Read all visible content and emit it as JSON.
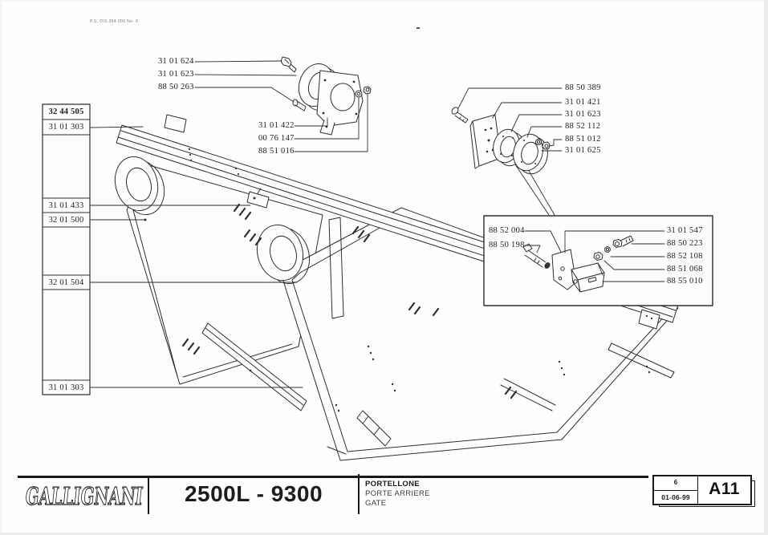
{
  "meta": {
    "print_code": "P.S. DIS.364.000 No. 0"
  },
  "parts_table": {
    "header": "32 44 505",
    "rows": [
      "31 01 303",
      "31 01 433",
      "32 01 500",
      "32 01 504",
      "31 01 303"
    ]
  },
  "callouts": {
    "hinge_top": [
      "31 01 624",
      "31 01 623",
      "88 50 263"
    ],
    "hinge_top_lower": [
      "31 01 422",
      "00 76 147",
      "88 51 016"
    ],
    "hinge_right": [
      "88 50 389",
      "31 01 421",
      "31 01 623",
      "88 52 112",
      "88 51 012",
      "31 01 625"
    ],
    "latch_inset_left": [
      "88 52 004",
      "88 50 198"
    ],
    "latch_inset_right": [
      "31 01 547",
      "88 50 223",
      "88 52 108",
      "88 51 068",
      "88 55 010"
    ]
  },
  "footer": {
    "brand": "GALLIGNANI",
    "model": "2500L - 9300",
    "title_it": "PORTELLONE",
    "title_fr": "PORTE ARRIERE",
    "title_en": "GATE",
    "sheet_number": "6",
    "date": "01-06-99",
    "page_code": "A11"
  },
  "colors": {
    "line": "#2e2e2e",
    "paper": "#fefefe",
    "text": "#1c1c1c"
  }
}
